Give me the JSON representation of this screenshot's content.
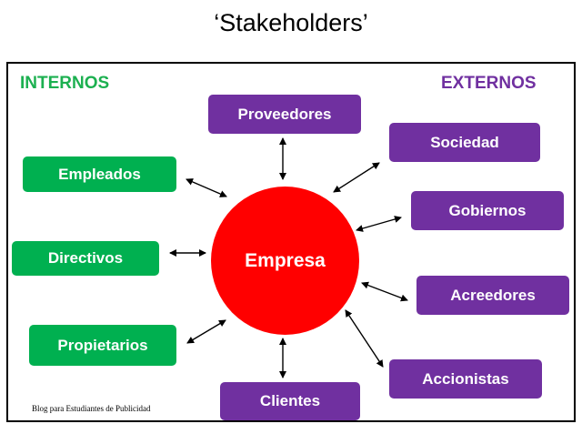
{
  "title": "‘Stakeholders’",
  "groups": {
    "internal": "INTERNOS",
    "external": "EXTERNOS"
  },
  "center": "Empresa",
  "internal_nodes": [
    "Empleados",
    "Directivos",
    "Propietarios"
  ],
  "external_nodes": [
    "Proveedores",
    "Sociedad",
    "Gobiernos",
    "Acreedores",
    "Accionistas",
    "Clientes"
  ],
  "credit": "Blog para Estudiantes de Publicidad",
  "colors": {
    "internal": "#00b050",
    "external": "#7030a0",
    "center": "#ff0000"
  }
}
